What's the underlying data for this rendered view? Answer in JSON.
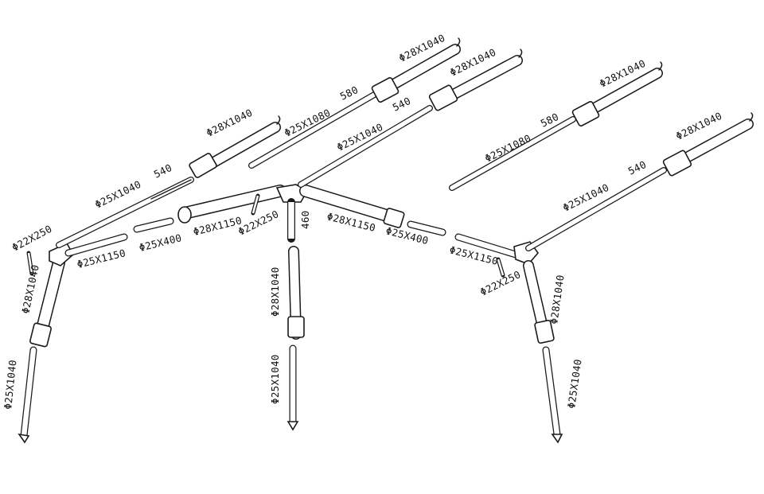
{
  "labels": {
    "eave_left_leg_upper": "Φ28X1040",
    "eave_left_leg_lower": "Φ25X1040",
    "eave_left_hook": "Φ22X250",
    "eave_left_bar": "Φ25X1150",
    "eave_left_rafter": "Φ25X1040",
    "eave_left_rafter_len": "540",
    "eave_left_rafter_upper": "Φ28X1040",
    "ridge_left_rod": "Φ25X400",
    "ridge_left_bar": "Φ28X1150",
    "center_hook": "Φ22X250",
    "center_top_len": "460",
    "center_leg_upper": "Φ28X1040",
    "center_leg_lower": "Φ25X1040",
    "ridge_right_bar": "Φ28X1150",
    "ridge_right_rod": "Φ25X400",
    "eave_right_bar": "Φ25X1150",
    "eave_right_hook": "Φ22X250",
    "eave_right_leg_upper": "Φ28X1040",
    "eave_right_leg_lower": "Φ25X1040",
    "eave_right_rafter": "Φ25X1040",
    "eave_right_rafter_len": "540",
    "eave_right_rafter_upper": "Φ28X1040",
    "center_rafter": "Φ25X1040",
    "center_rafter_len": "540",
    "center_rafter_upper": "Φ28X1040",
    "center_strut": "Φ25X1080",
    "center_strut_len": "580",
    "center_strut_upper": "Φ28X1040",
    "right_strut": "Φ25X1080",
    "right_strut_len": "580",
    "right_strut_upper": "Φ28X1040"
  },
  "colors": {
    "line": "#1a1a1a",
    "background": "#ffffff"
  }
}
